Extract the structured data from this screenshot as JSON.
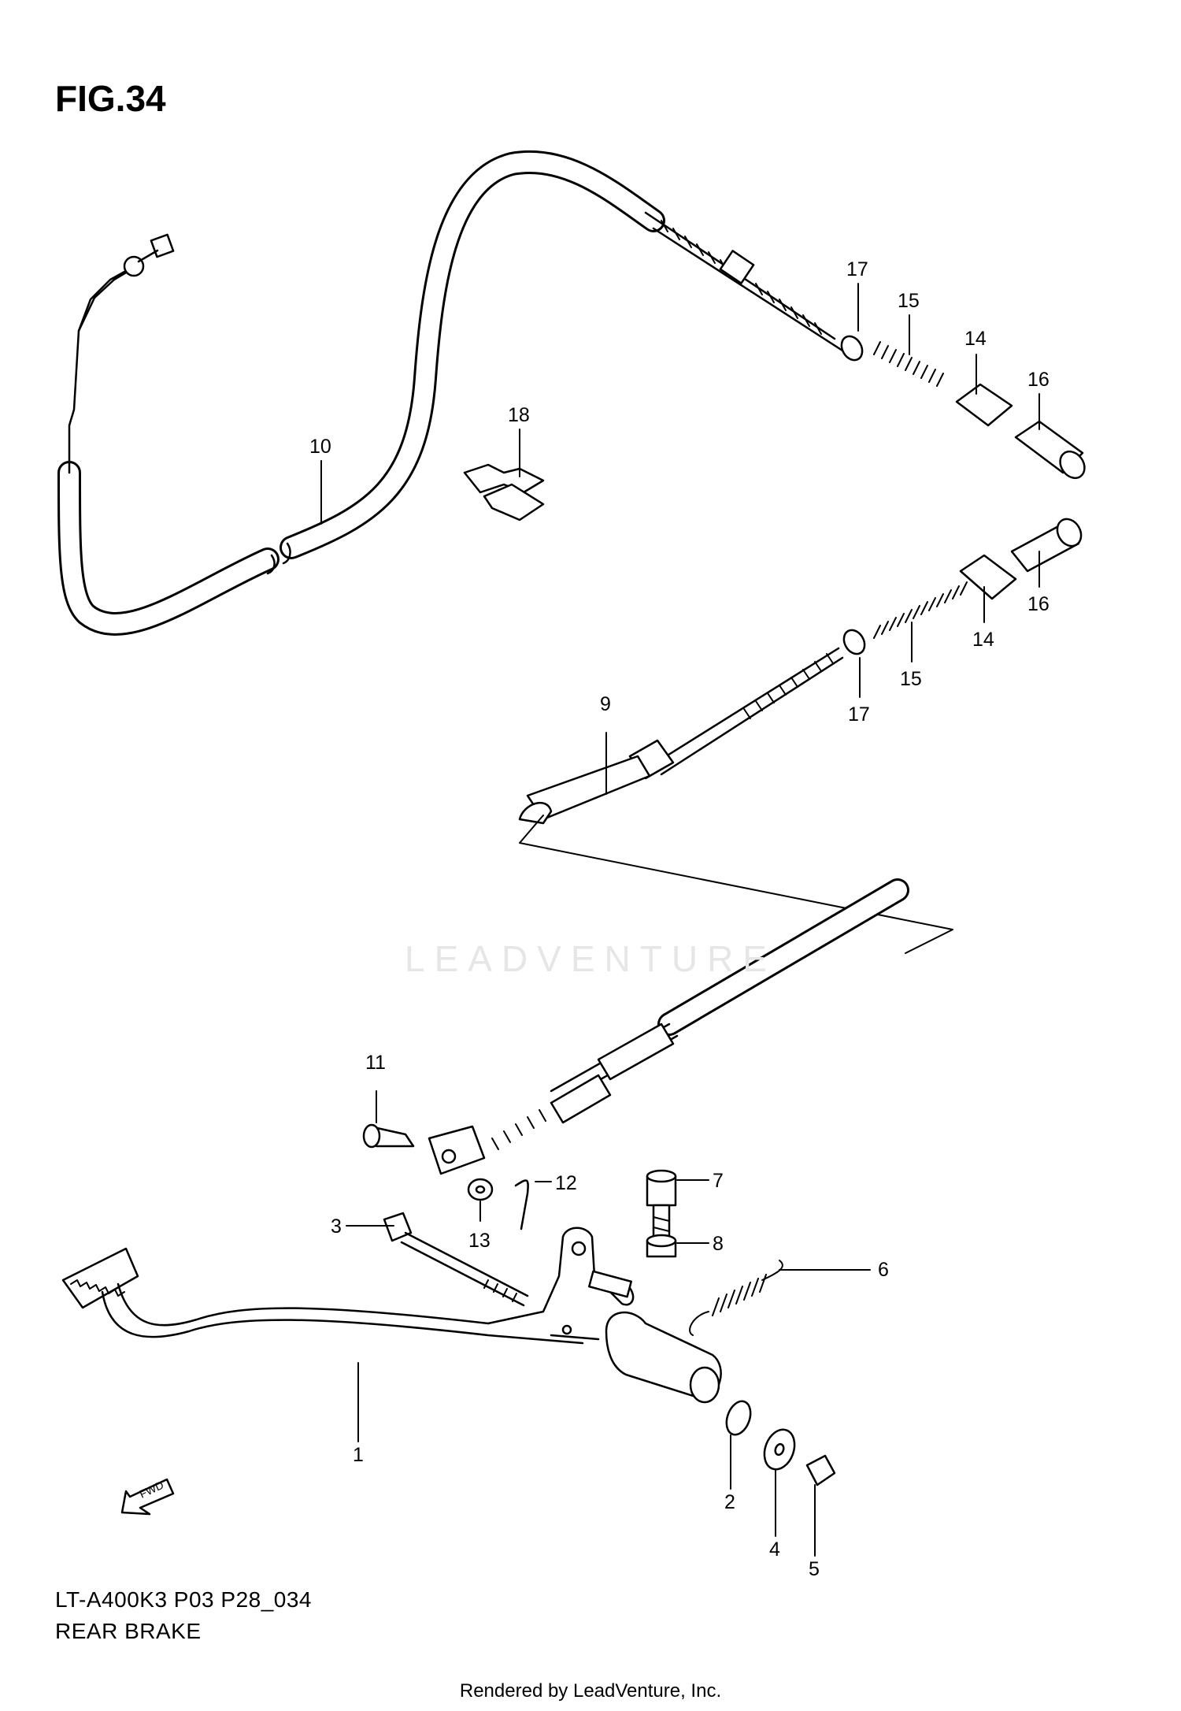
{
  "figure": {
    "title": "FIG.34"
  },
  "footer": {
    "model_code": "LT-A400K3 P03 P28_034",
    "section_name": "REAR BRAKE",
    "render_credit": "Rendered by LeadVenture, Inc."
  },
  "watermark": {
    "text": "LEADVENTURE"
  },
  "direction_marker": {
    "label": "FWD",
    "icon": "forward-arrow-icon"
  },
  "callouts": [
    "1",
    "2",
    "3",
    "4",
    "5",
    "6",
    "7",
    "8",
    "9",
    "10",
    "11",
    "12",
    "13",
    "14",
    "15",
    "16",
    "17",
    "18"
  ],
  "colors": {
    "line": "#000000",
    "background": "#ffffff",
    "watermark": "#e6e6e6"
  }
}
